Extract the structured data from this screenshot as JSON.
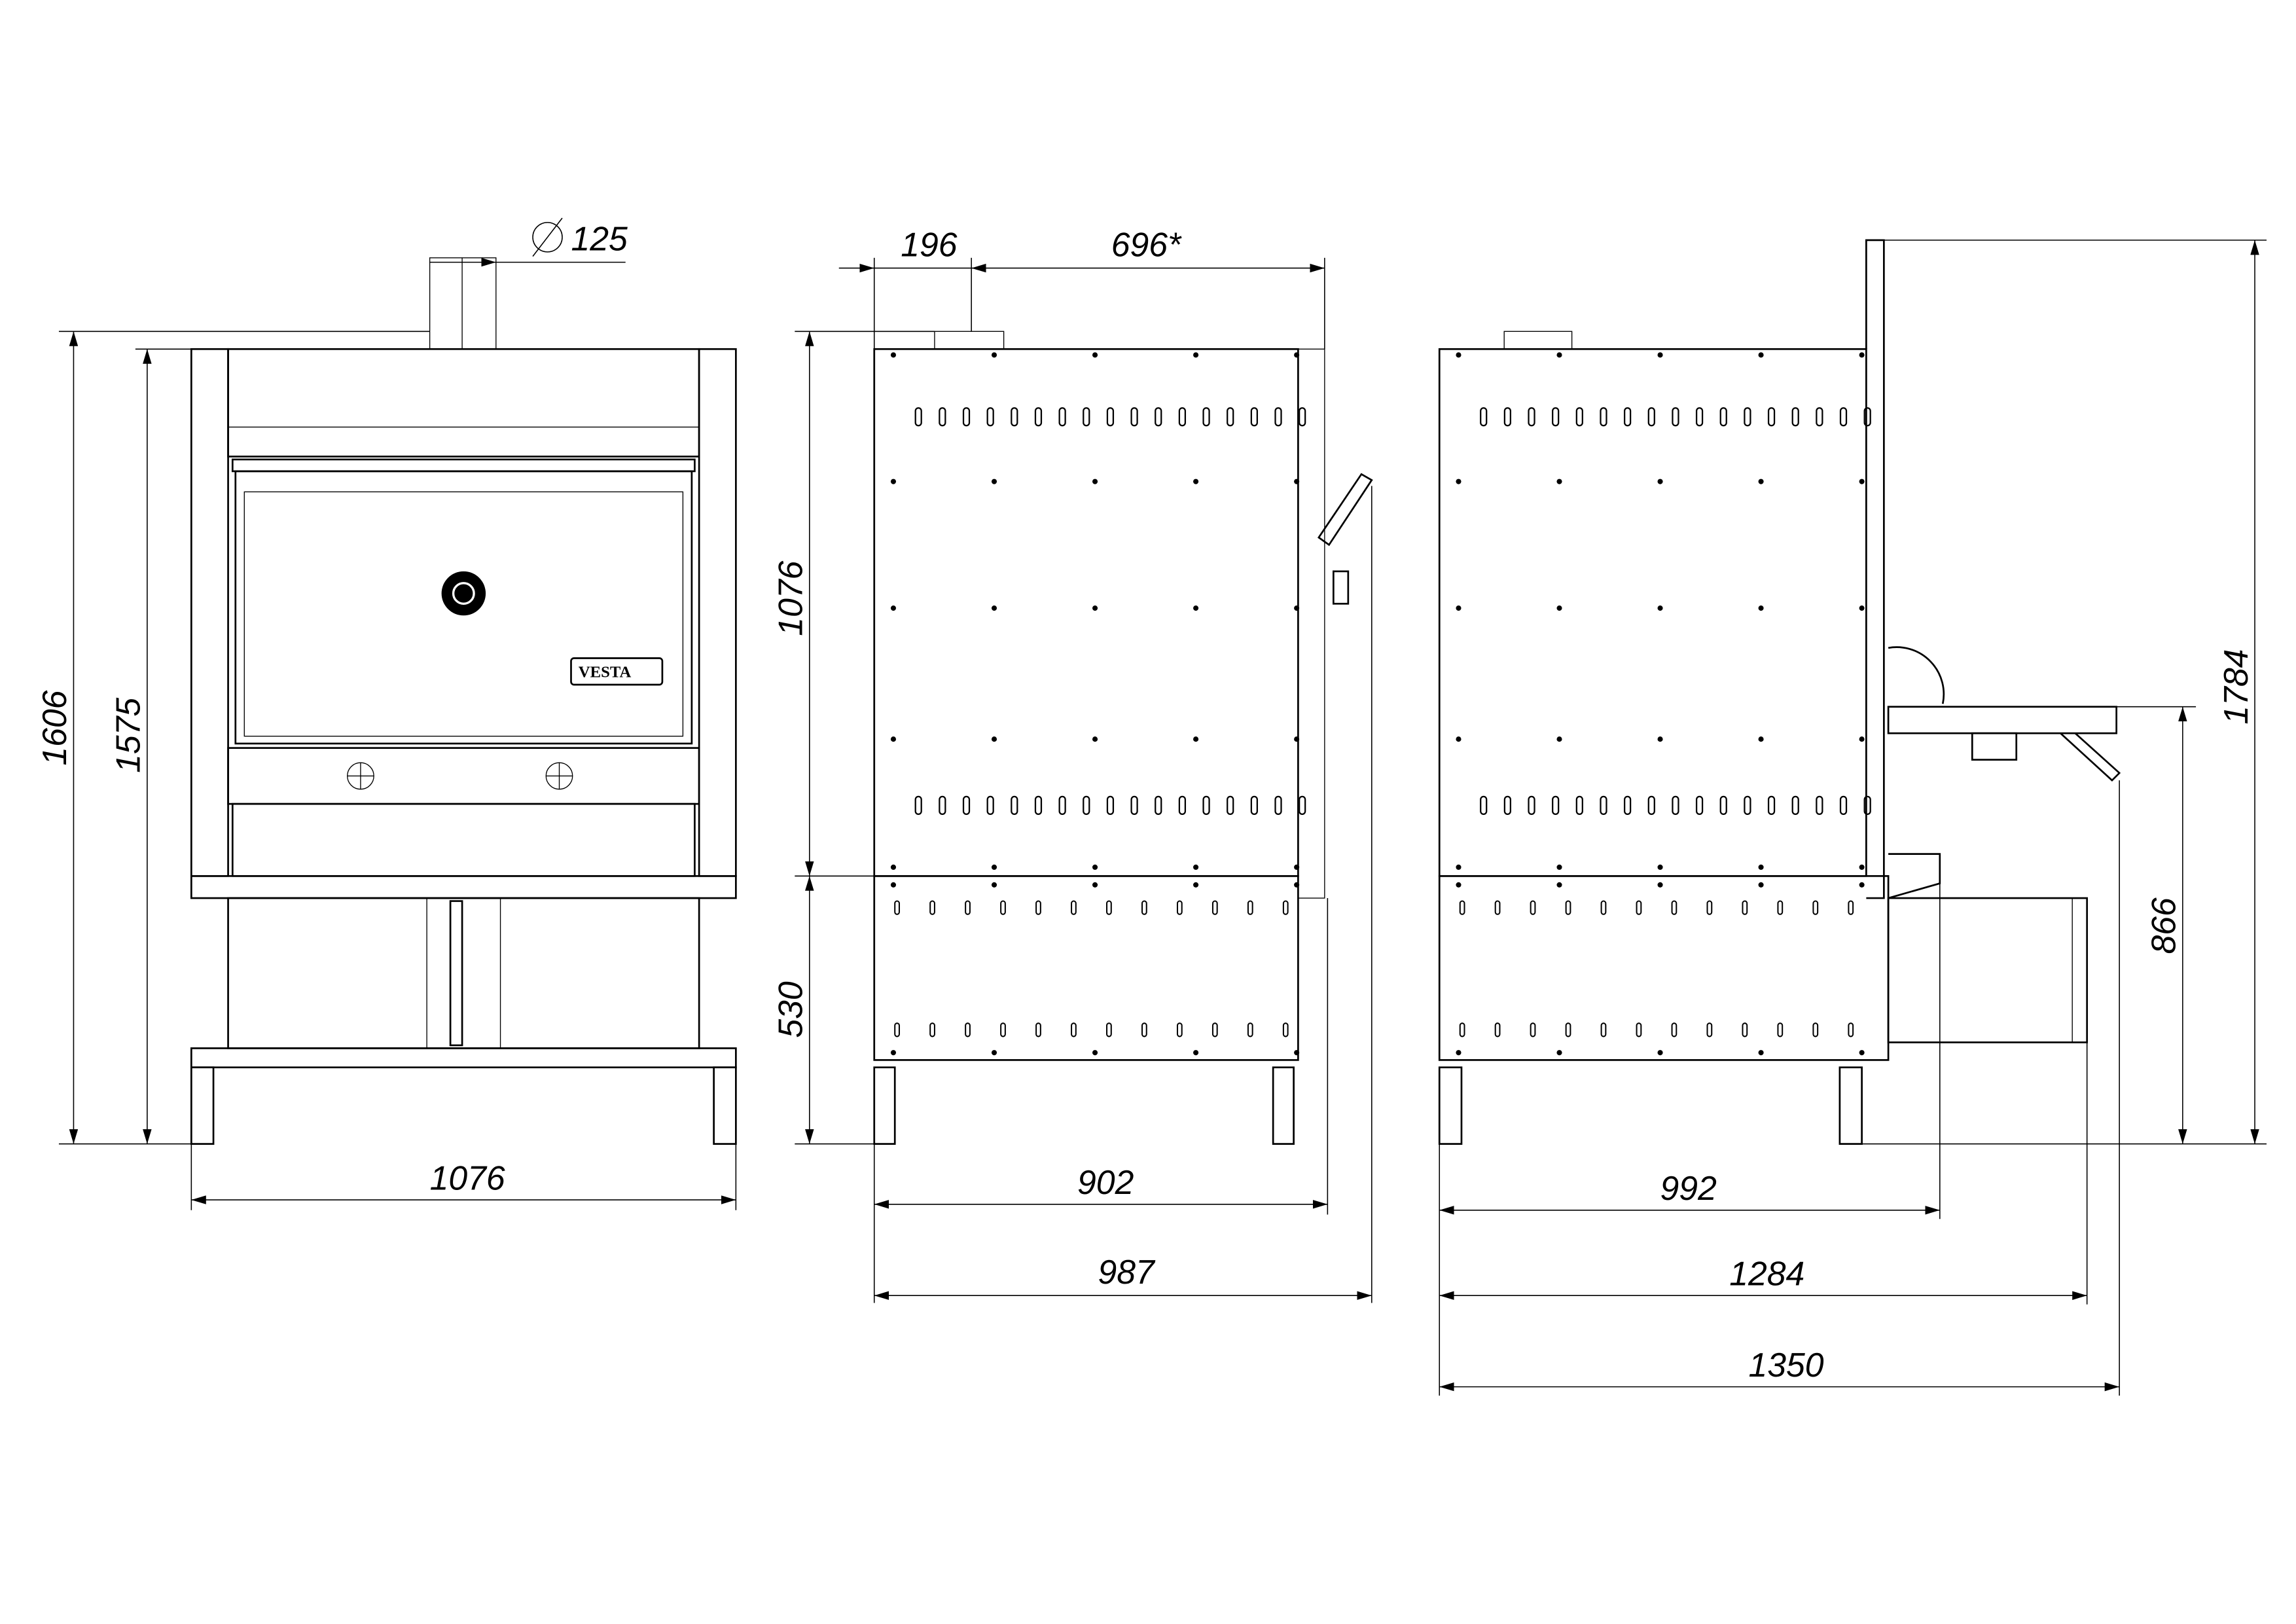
{
  "logo_text": "VESTA",
  "front_view": {
    "flue_diameter": "125",
    "height_total": "1606",
    "height_body": "1575",
    "width": "1076"
  },
  "side_view": {
    "flue_offset": "196",
    "flue_to_door": "696*",
    "body_height": "1076",
    "base_height": "530",
    "depth": "902",
    "depth_with_handle": "987"
  },
  "rear_side_view": {
    "total_height_with_pipe": "1784",
    "shelf_height": "866",
    "depth_1": "992",
    "depth_2": "1284",
    "depth_3": "1350"
  }
}
